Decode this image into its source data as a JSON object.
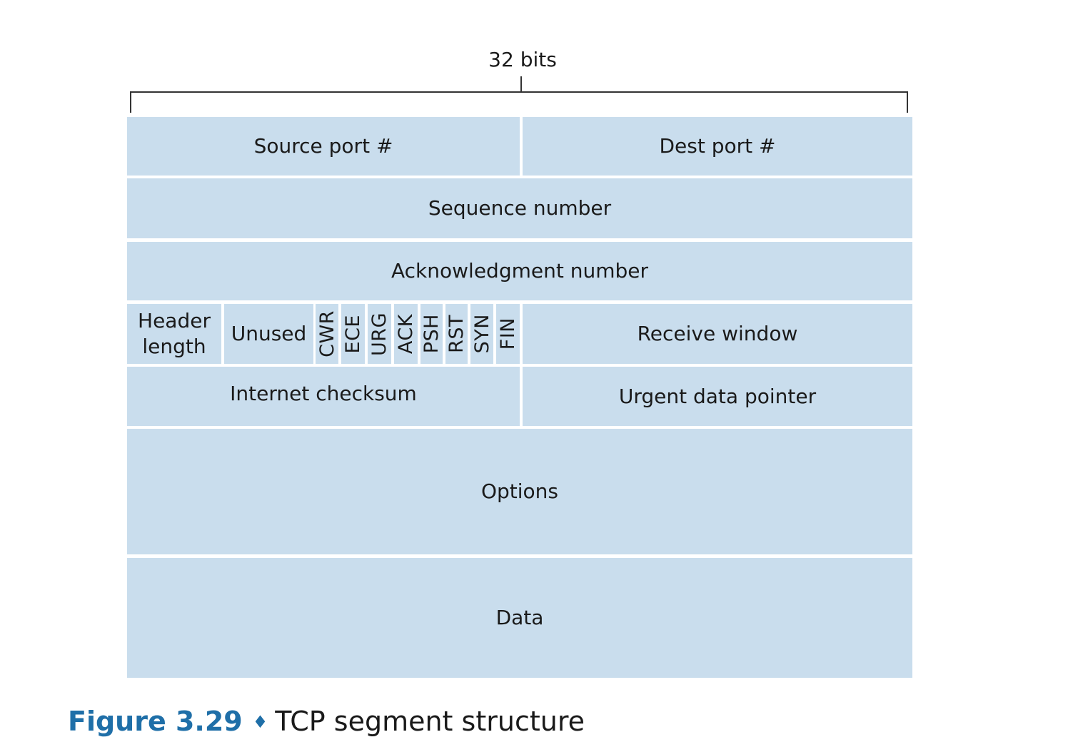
{
  "diagram": {
    "width_label": "32 bits",
    "rows": {
      "row1": {
        "source_port": "Source port #",
        "dest_port": "Dest port #"
      },
      "row2": {
        "sequence": "Sequence number"
      },
      "row3": {
        "ack": "Acknowledgment number"
      },
      "row4": {
        "header_length_line1": "Header",
        "header_length_line2": "length",
        "unused": "Unused",
        "flags": [
          "CWR",
          "ECE",
          "URG",
          "ACK",
          "PSH",
          "RST",
          "SYN",
          "FIN"
        ],
        "receive_window": "Receive window"
      },
      "row5": {
        "checksum": "Internet checksum",
        "urgent": "Urgent data pointer"
      },
      "row6": {
        "options": "Options"
      },
      "row7": {
        "data": "Data"
      }
    },
    "colors": {
      "field_fill": "#c9dded",
      "caption_accent": "#1f6fa8"
    }
  },
  "caption": {
    "figure_number": "Figure 3.29",
    "separator": "♦",
    "title": "TCP segment structure"
  }
}
